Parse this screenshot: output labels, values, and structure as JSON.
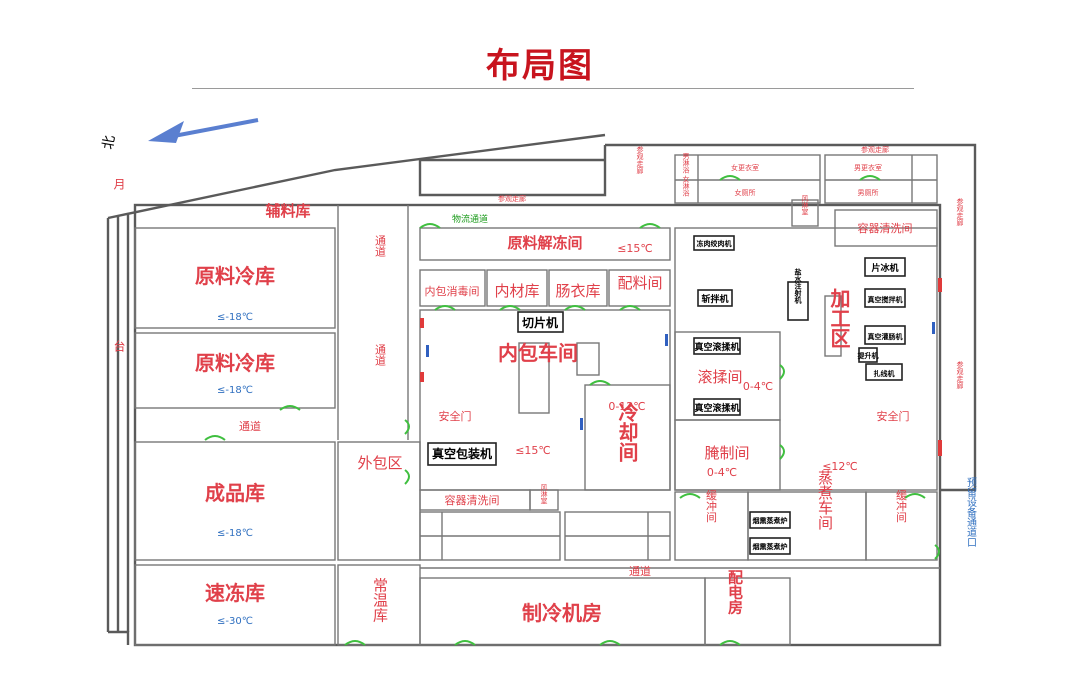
{
  "title": "布局图",
  "compass": "北",
  "platform": "月台",
  "rooms": {
    "fuliaoku": "辅料库",
    "yuanliao_lengku_1": "原料冷库",
    "yuanliao_lengku_1_temp": "≤-18℃",
    "yuanliao_lengku_2": "原料冷库",
    "yuanliao_lengku_2_temp": "≤-18℃",
    "chengpinku": "成品库",
    "chengpinku_temp": "≤-18℃",
    "sudongku": "速冻库",
    "sudongku_temp": "≤-30℃",
    "changwenku": "常温库",
    "waibaoqu": "外包区",
    "yuanliao_jiedong": "原料解冻间",
    "yuanliao_jiedong_temp": "≤15℃",
    "neibao_xiaodu": "内包消毒间",
    "neicaiku": "内材库",
    "yiyiku": "肠衣库",
    "peiliaojian": "配料间",
    "neibao_chejian": "内包车间",
    "neibao_temp": "≤15℃",
    "lengquejian": "冷却间",
    "lengque_temp": "0-12℃",
    "gunroujian": "滚揉间",
    "gunrou_temp": "0-4℃",
    "yanzhijian": "腌制间",
    "yanzhi_temp": "0-4℃",
    "jiagongqu": "加工区",
    "jiagong_temp": "≤12℃",
    "huanchong_1": "缓冲间",
    "huanchong_2": "缓冲间",
    "zhengzhu_chejian": "蒸煮车间",
    "zhilengjifang": "制冷机房",
    "peidianfang": "配电房",
    "rongqi_qingxi_1": "容器清洗间",
    "rongqi_qingxi_2": "容器清洗间",
    "fenglin_1": "风淋室",
    "fenglin_2": "风淋室",
    "yudao_1": "预留设备通道口"
  },
  "corridors": {
    "tongdao_v1": "通道",
    "tongdao_v2": "通道",
    "tongdao_h": "通道",
    "tongdao_bottom": "通道",
    "wuliu": "物流通道",
    "canguan_top": "参观走廊",
    "canguan_mid": "参观走廊",
    "canguan_left": "参观走廊",
    "canguan_right_1": "参观走廊",
    "canguan_right_2": "参观走廊",
    "anquanmen_1": "安全门",
    "anquanmen_2": "安全门"
  },
  "small_rooms": {
    "men_linyu": "男淋浴",
    "nv_linyu": "女淋浴",
    "men_cesuo": "男厕所",
    "nv_cesuo": "女厕所",
    "men_gengyi": "男更衣室",
    "nv_gengyi": "女更衣室"
  },
  "equipment": {
    "qiepianji": "切片机",
    "zhenkong_baozhuangji": "真空包装机",
    "fengdong_jiroujii": "冻肉绞肉机",
    "zhanbanji": "斩拌机",
    "zhenkong_gunroui_1": "真空滚揉机",
    "zhenkong_gunroui_2": "真空滚揉机",
    "pianbingji": "片冰机",
    "zhenkong_jiaobanji": "真空搅拌机",
    "zhenkong_guanchangji": "真空灌肠机",
    "jieshenji": "提升机",
    "zaxianji": "扎线机",
    "yanxun_1": "烟熏蒸煮炉",
    "yanxun_2": "烟熏蒸煮炉",
    "zhuangjia": "盐水注射机"
  }
}
